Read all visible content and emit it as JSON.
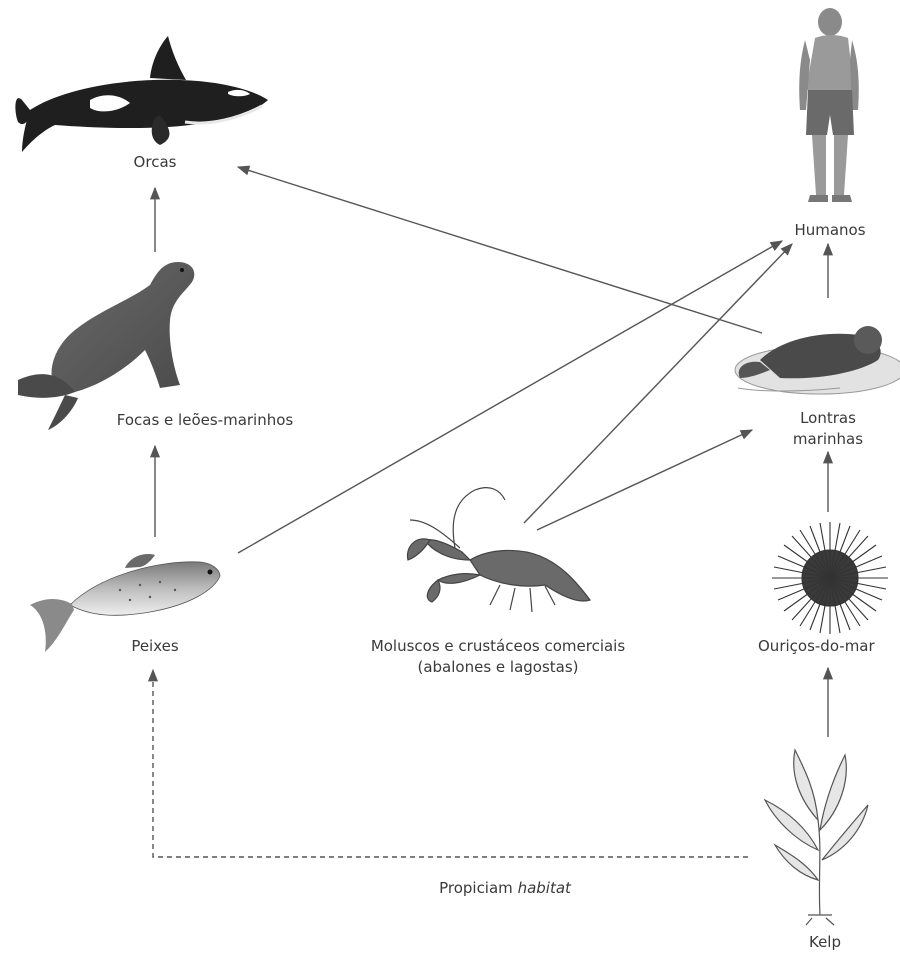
{
  "nodes": {
    "orcas": {
      "label": "Orcas"
    },
    "focas": {
      "label": "Focas e leões-marinhos"
    },
    "peixes": {
      "label": "Peixes"
    },
    "humanos": {
      "label": "Humanos"
    },
    "lontras": {
      "label_line1": "Lontras",
      "label_line2": "marinhas"
    },
    "ouricos": {
      "label": "Ouriços-do-mar"
    },
    "moluscos": {
      "label_line1": "Moluscos e crustáceos comerciais",
      "label_line2": "(abalones e lagostas)"
    },
    "kelp": {
      "label": "Kelp"
    }
  },
  "habitat_note": {
    "text": "Propiciam ",
    "italic": "habitat"
  },
  "colors": {
    "line": "#555555",
    "text": "#3a3a3a"
  }
}
